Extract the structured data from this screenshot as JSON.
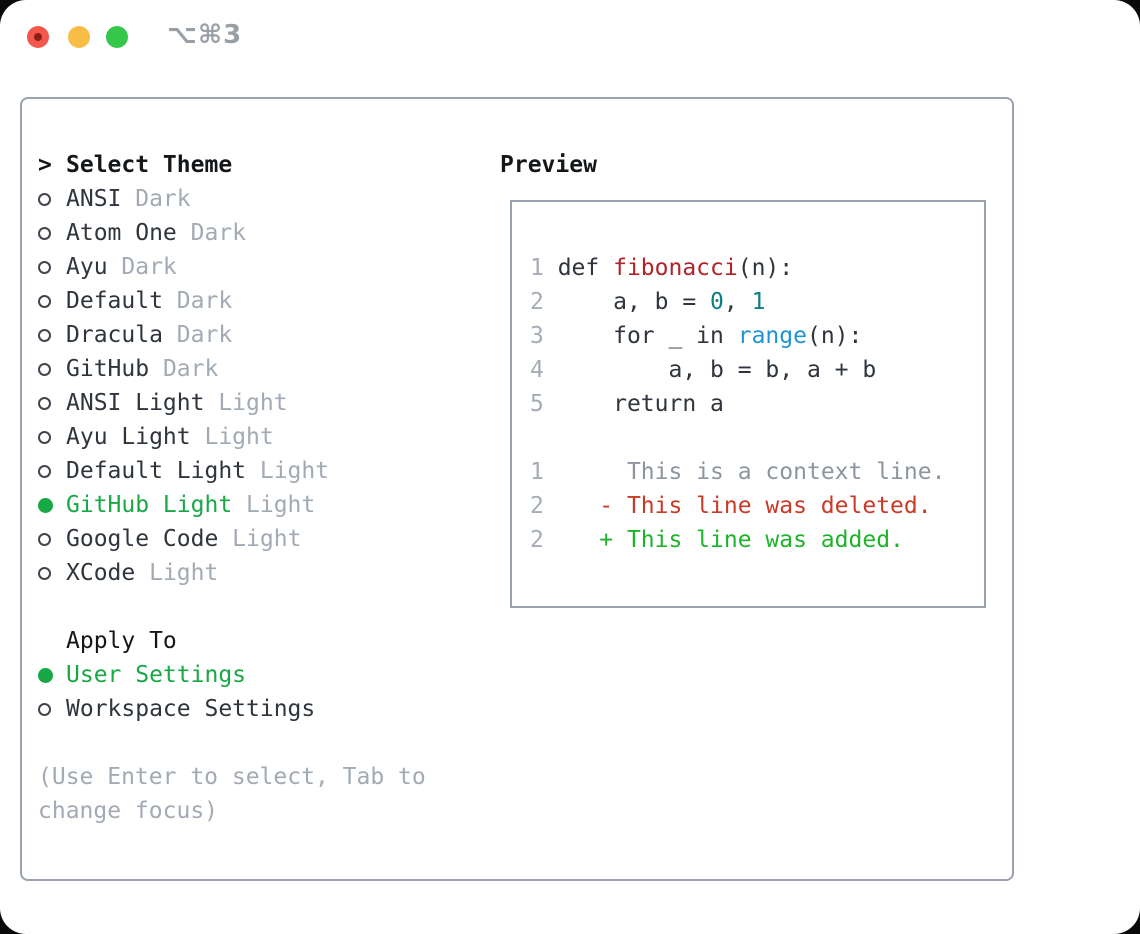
{
  "window": {
    "title": "⌥⌘3"
  },
  "palette": {
    "fg": "#2f353c",
    "heading": "#14171a",
    "lineno": "#a4acb6",
    "muted": "#a2aab4",
    "context": "#8d959e",
    "func": "#b02328",
    "const": "#0d7e82",
    "call": "#2094d2",
    "deleted": "#c93a27",
    "added": "#1fb32c",
    "selected": "#18a846",
    "ring": "#40464e",
    "border": "#9aa3ad",
    "title": "#999fa6",
    "light_red": "#f3574e",
    "light_red_dot": "#8a1f17",
    "light_yellow": "#f8bd46",
    "light_green": "#34c74a"
  },
  "theme_panel": {
    "header": {
      "marker": ">",
      "label": "Select Theme"
    },
    "items": [
      {
        "name": "ANSI",
        "variant": "Dark",
        "selected": false
      },
      {
        "name": "Atom One",
        "variant": "Dark",
        "selected": false
      },
      {
        "name": "Ayu",
        "variant": "Dark",
        "selected": false
      },
      {
        "name": "Default",
        "variant": "Dark",
        "selected": false
      },
      {
        "name": "Dracula",
        "variant": "Dark",
        "selected": false
      },
      {
        "name": "GitHub",
        "variant": "Dark",
        "selected": false
      },
      {
        "name": "ANSI Light",
        "variant": "Light",
        "selected": false
      },
      {
        "name": "Ayu Light",
        "variant": "Light",
        "selected": false
      },
      {
        "name": "Default Light",
        "variant": "Light",
        "selected": false
      },
      {
        "name": "GitHub Light",
        "variant": "Light",
        "selected": true
      },
      {
        "name": "Google Code",
        "variant": "Light",
        "selected": false
      },
      {
        "name": "XCode",
        "variant": "Light",
        "selected": false
      }
    ],
    "apply_to": {
      "label": "Apply To",
      "options": [
        {
          "name": "User Settings",
          "selected": true
        },
        {
          "name": "Workspace Settings",
          "selected": false
        }
      ]
    },
    "hint": "(Use Enter to select, Tab to change focus)"
  },
  "preview": {
    "title": "Preview",
    "lines": [
      {
        "segments": [
          [
            "1 ",
            "ln"
          ],
          [
            "def ",
            "fg"
          ],
          [
            "fibonacci",
            "fn"
          ],
          [
            "(n):",
            "fg"
          ]
        ]
      },
      {
        "segments": [
          [
            "2 ",
            "ln"
          ],
          [
            "    a, b = ",
            "fg"
          ],
          [
            "0",
            "num"
          ],
          [
            ", ",
            "fg"
          ],
          [
            "1",
            "num"
          ]
        ]
      },
      {
        "segments": [
          [
            "3 ",
            "ln"
          ],
          [
            "    for _ in ",
            "fg"
          ],
          [
            "range",
            "call"
          ],
          [
            "(n):",
            "fg"
          ]
        ]
      },
      {
        "segments": [
          [
            "4 ",
            "ln"
          ],
          [
            "        a, b = b, a + b",
            "fg"
          ]
        ]
      },
      {
        "segments": [
          [
            "5 ",
            "ln"
          ],
          [
            "    return a",
            "fg"
          ]
        ]
      },
      {
        "segments": []
      },
      {
        "segments": [
          [
            "1 ",
            "ln"
          ],
          [
            "     ",
            "fg"
          ],
          [
            "This is a context line.",
            "ctx"
          ]
        ]
      },
      {
        "segments": [
          [
            "2 ",
            "ln"
          ],
          [
            "   ",
            "fg"
          ],
          [
            "- This line was deleted.",
            "del"
          ]
        ]
      },
      {
        "segments": [
          [
            "2 ",
            "ln"
          ],
          [
            "   ",
            "fg"
          ],
          [
            "+ This line was added.",
            "add"
          ]
        ]
      }
    ]
  }
}
